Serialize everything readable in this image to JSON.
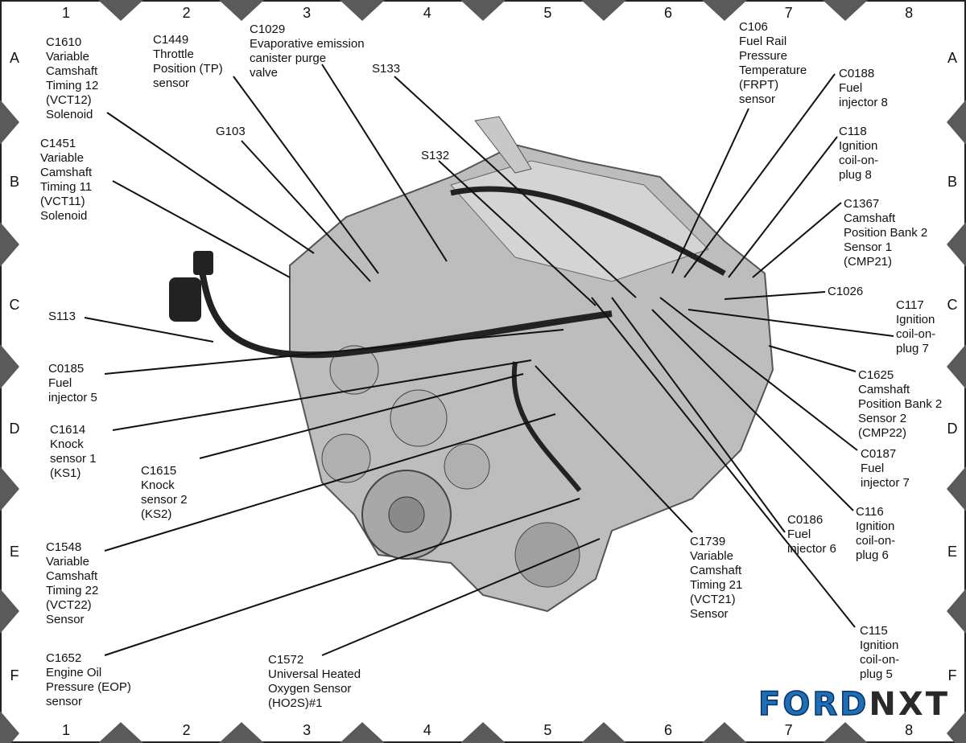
{
  "grid": {
    "columns": [
      "1",
      "2",
      "3",
      "4",
      "5",
      "6",
      "7",
      "8"
    ],
    "rows": [
      "A",
      "B",
      "C",
      "D",
      "E",
      "F"
    ]
  },
  "labels": [
    {
      "id": "c1610",
      "text": "C1610\nVariable\nCamshaft\nTiming 12\n(VCT12)\nSolenoid"
    },
    {
      "id": "c1449",
      "text": "C1449\nThrottle\nPosition (TP)\nsensor"
    },
    {
      "id": "c1029",
      "text": "C1029\nEvaporative emission\ncanister purge\nvalve"
    },
    {
      "id": "s133",
      "text": "S133"
    },
    {
      "id": "c106",
      "text": "C106\nFuel Rail\nPressure\nTemperature\n(FRPT)\nsensor"
    },
    {
      "id": "c0188",
      "text": "C0188\nFuel\ninjector 8"
    },
    {
      "id": "c118",
      "text": "C118\nIgnition\ncoil-on-\nplug 8"
    },
    {
      "id": "c1367",
      "text": "C1367\nCamshaft\nPosition Bank 2\nSensor 1\n(CMP21)"
    },
    {
      "id": "c1026",
      "text": "C1026"
    },
    {
      "id": "c117",
      "text": "C117\nIgnition\ncoil-on-\nplug 7"
    },
    {
      "id": "c1625",
      "text": "C1625\nCamshaft\nPosition Bank 2\nSensor 2\n(CMP22)"
    },
    {
      "id": "c0187",
      "text": "C0187\nFuel\ninjector 7"
    },
    {
      "id": "c116",
      "text": "C116\nIgnition\ncoil-on-\nplug 6"
    },
    {
      "id": "c0186",
      "text": "C0186\nFuel\ninjector 6"
    },
    {
      "id": "c115",
      "text": "C115\nIgnition\ncoil-on-\nplug 5"
    },
    {
      "id": "c1739",
      "text": "C1739\nVariable\nCamshaft\nTiming 21\n(VCT21)\nSensor"
    },
    {
      "id": "c1572",
      "text": "C1572\nUniversal Heated\nOxygen Sensor\n(HO2S)#1"
    },
    {
      "id": "c1652",
      "text": "C1652\nEngine Oil\nPressure (EOP)\nsensor"
    },
    {
      "id": "c1548",
      "text": "C1548\nVariable\nCamshaft\nTiming 22\n(VCT22)\nSensor"
    },
    {
      "id": "c1615",
      "text": "C1615\nKnock\nsensor 2\n(KS2)"
    },
    {
      "id": "c1614",
      "text": "C1614\nKnock\nsensor 1\n(KS1)"
    },
    {
      "id": "c0185",
      "text": "C0185\nFuel\ninjector 5"
    },
    {
      "id": "s113",
      "text": "S113"
    },
    {
      "id": "c1451",
      "text": "C1451\nVariable\nCamshaft\nTiming 11\n(VCT11)\nSolenoid"
    },
    {
      "id": "g103",
      "text": "G103"
    },
    {
      "id": "s132",
      "text": "S132"
    }
  ],
  "logo": {
    "ford": "FORD",
    "nxt": "NXT"
  }
}
